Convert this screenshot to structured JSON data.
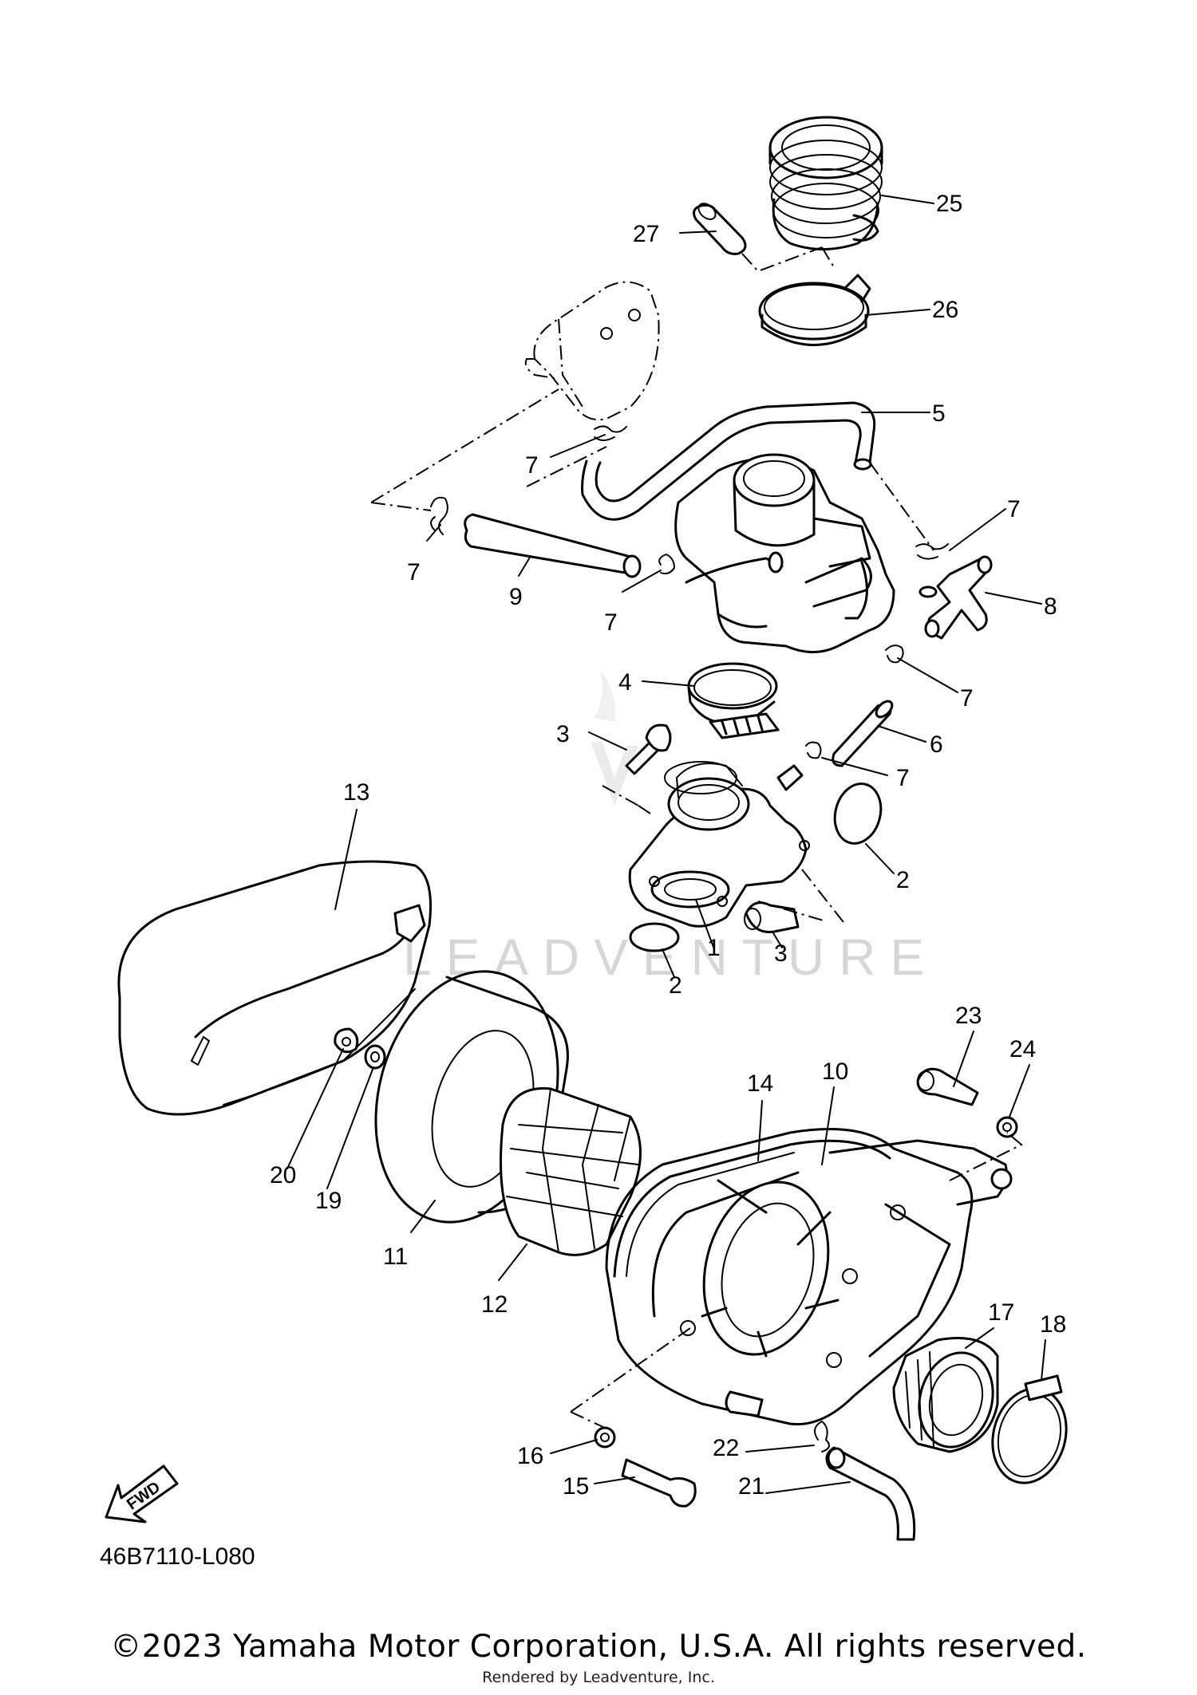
{
  "diagram_code": "46B7110-L080",
  "fwd_label": "FWD",
  "watermark": "LEADVENTURE",
  "copyright": "©2023 Yamaha Motor Corporation, U.S.A. All rights reserved.",
  "rendered_by": "Rendered by Leadventure, Inc.",
  "callouts": {
    "c1": "1",
    "c2a": "2",
    "c2b": "2",
    "c3a": "3",
    "c3b": "3",
    "c4": "4",
    "c5": "5",
    "c6": "6",
    "c7a": "7",
    "c7b": "7",
    "c7c": "7",
    "c7d": "7",
    "c7e": "7",
    "c7f": "7",
    "c8": "8",
    "c9": "9",
    "c10": "10",
    "c11": "11",
    "c12": "12",
    "c13": "13",
    "c14": "14",
    "c15": "15",
    "c16": "16",
    "c17": "17",
    "c18": "18",
    "c19": "19",
    "c20": "20",
    "c21": "21",
    "c22": "22",
    "c23": "23",
    "c24": "24",
    "c25": "25",
    "c26": "26",
    "c27": "27"
  }
}
